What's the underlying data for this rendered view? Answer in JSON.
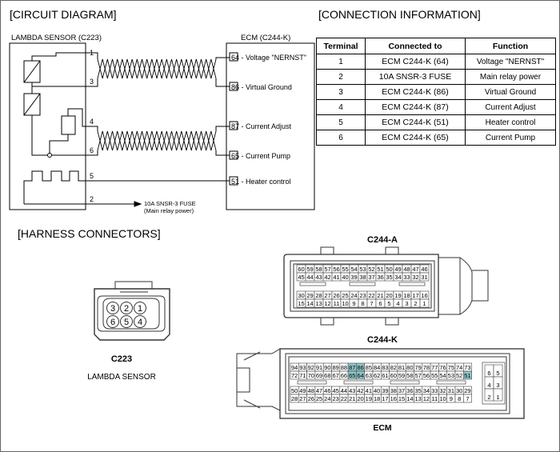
{
  "sections": {
    "circuit_diagram": "[CIRCUIT DIAGRAM]",
    "connection_info": "[CONNECTION INFORMATION]",
    "harness_connectors": "[HARNESS CONNECTORS]"
  },
  "circuit": {
    "sensor_label": "LAMBDA SENSOR (C223)",
    "ecm_label": "ECM (C244-K)",
    "pins": [
      {
        "sensor_pin": "1",
        "ecm_pin": "64",
        "ecm_text": " - Voltage \"NERNST\""
      },
      {
        "sensor_pin": "3",
        "ecm_pin": "86",
        "ecm_text": " - Virtual Ground"
      },
      {
        "sensor_pin": "4",
        "ecm_pin": "87",
        "ecm_text": " - Current Adjust"
      },
      {
        "sensor_pin": "6",
        "ecm_pin": "65",
        "ecm_text": " - Current Pump"
      },
      {
        "sensor_pin": "5",
        "ecm_pin": "51",
        "ecm_text": " - Heater control"
      },
      {
        "sensor_pin": "2"
      }
    ],
    "fuse_line1": "10A SNSR-3 FUSE",
    "fuse_line2": "(Main relay power)"
  },
  "table": {
    "headers": [
      "Terminal",
      "Connected to",
      "Function"
    ],
    "rows": [
      [
        "1",
        "ECM C244-K (64)",
        "Voltage \"NERNST\""
      ],
      [
        "2",
        "10A SNSR-3 FUSE",
        "Main relay power"
      ],
      [
        "3",
        "ECM C244-K (86)",
        "Virtual Ground"
      ],
      [
        "4",
        "ECM C244-K (87)",
        "Current Adjust"
      ],
      [
        "5",
        "ECM C244-K (51)",
        "Heater control"
      ],
      [
        "6",
        "ECM C244-K (65)",
        "Current Pump"
      ]
    ]
  },
  "c223": {
    "title": "C223",
    "subtitle": "LAMBDA SENSOR",
    "top_pins": [
      "3",
      "2",
      "1"
    ],
    "bottom_pins": [
      "6",
      "5",
      "4"
    ]
  },
  "c244a": {
    "title": "C244-A",
    "top_rows": [
      [
        "60",
        "59",
        "58",
        "57",
        "56",
        "55",
        "54",
        "53",
        "52",
        "51",
        "50",
        "49",
        "48",
        "47",
        "46"
      ],
      [
        "45",
        "44",
        "43",
        "42",
        "41",
        "40",
        "39",
        "38",
        "37",
        "36",
        "35",
        "34",
        "33",
        "32",
        "31"
      ]
    ],
    "bottom_rows": [
      [
        "30",
        "29",
        "28",
        "27",
        "26",
        "25",
        "24",
        "23",
        "22",
        "21",
        "20",
        "19",
        "18",
        "17",
        "16"
      ],
      [
        "15",
        "14",
        "13",
        "12",
        "11",
        "10",
        "9",
        "8",
        "7",
        "6",
        "5",
        "4",
        "3",
        "2",
        "1"
      ]
    ]
  },
  "c244k": {
    "title": "C244-K",
    "footer": "ECM",
    "highlight_color": "#8fc5c8",
    "highlighted": [
      "87",
      "86",
      "65",
      "64",
      "51"
    ],
    "top_rows": [
      [
        "94",
        "93",
        "92",
        "91",
        "90",
        "89",
        "88",
        "87",
        "86",
        "85",
        "84",
        "83",
        "82",
        "81",
        "80",
        "79",
        "78",
        "77",
        "76",
        "75",
        "74",
        "73"
      ],
      [
        "72",
        "71",
        "70",
        "69",
        "68",
        "67",
        "66",
        "65",
        "64",
        "63",
        "62",
        "61",
        "60",
        "59",
        "58",
        "57",
        "56",
        "55",
        "54",
        "53",
        "52",
        "51"
      ]
    ],
    "bottom_rows": [
      [
        "50",
        "49",
        "48",
        "47",
        "46",
        "45",
        "44",
        "43",
        "42",
        "41",
        "40",
        "39",
        "38",
        "37",
        "36",
        "35",
        "34",
        "33",
        "32",
        "31",
        "30",
        "29"
      ],
      [
        "28",
        "27",
        "26",
        "25",
        "24",
        "23",
        "22",
        "21",
        "20",
        "19",
        "18",
        "17",
        "16",
        "15",
        "14",
        "13",
        "12",
        "11",
        "10",
        "9",
        "8",
        "7"
      ]
    ],
    "side_rows": [
      [
        "6",
        "5"
      ],
      [
        "4",
        "3"
      ],
      [
        "2",
        "1"
      ]
    ]
  }
}
